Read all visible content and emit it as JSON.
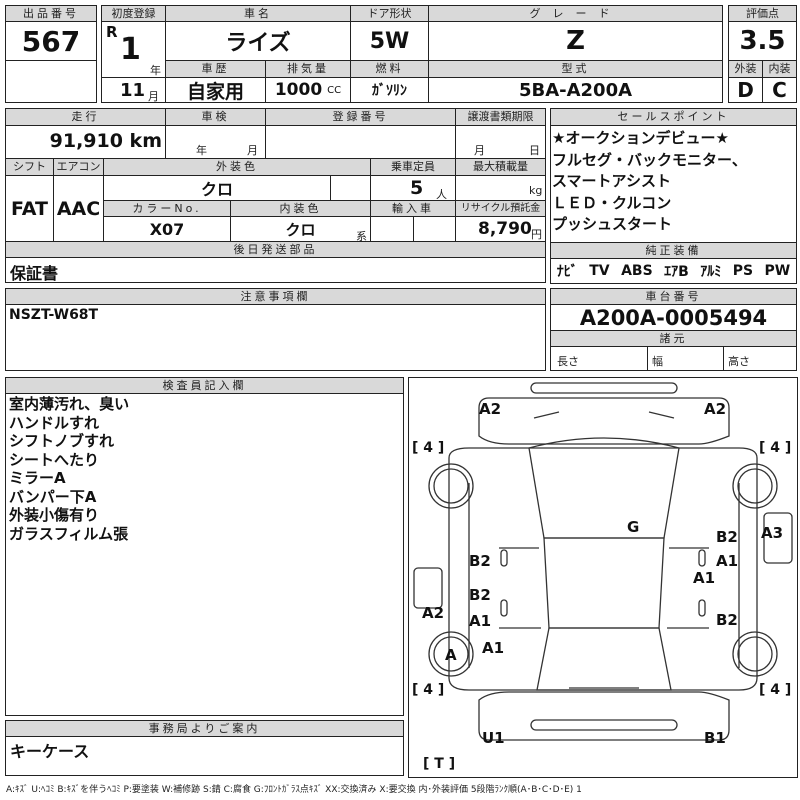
{
  "header": {
    "lot_label": "出品番号",
    "lot": "567",
    "first_reg_label": "初度登録",
    "era": "R",
    "year": "1",
    "year_unit": "年",
    "month": "11",
    "month_unit": "月",
    "name_label": "車名",
    "name": "ライズ",
    "door_label": "ドア形状",
    "door": "5W",
    "grade_label": "グレード",
    "grade": "Z",
    "score_label": "評価点",
    "score": "3.5",
    "history_label": "車歴",
    "history": "自家用",
    "displacement_label": "排気量",
    "displacement": "1000",
    "cc": "CC",
    "fuel_label": "燃料",
    "fuel": "ｶﾞｿﾘﾝ",
    "model_label": "型式",
    "model": "5BA-A200A",
    "ext_label": "外装",
    "ext": "D",
    "int_label": "内装",
    "int": "C"
  },
  "details": {
    "mileage_label": "走行",
    "mileage": "91,910 km",
    "inspection_label": "車検",
    "inspection_year": "年",
    "inspection_month": "月",
    "plate_label": "登録番号",
    "transfer_label": "譲渡書類期限",
    "transfer_month": "月",
    "transfer_day": "日",
    "shift_label": "シフト",
    "shift": "FAT",
    "ac_label": "エアコン",
    "ac": "AAC",
    "color_label": "外装色",
    "color": "クロ",
    "capacity_label": "乗車定員",
    "capacity": "5",
    "capacity_unit": "人",
    "load_label": "最大積載量",
    "load_unit": "kg",
    "color_no_label": "カラーNo.",
    "color_no": "X07",
    "interior_label": "内装色",
    "interior": "クロ",
    "interior_suffix": "系",
    "import_label": "輸入車",
    "recycle_label": "リサイクル預託金",
    "recycle": "8,790",
    "yen": "円",
    "later_parts_label": "後日発送部品",
    "later_parts": "保証書"
  },
  "sales": {
    "label": "セールスポイント",
    "lines": [
      "★オークションデビュー★",
      "フルセグ・バックモニター、",
      "スマートアシスト",
      "ＬＥＤ・クルコン",
      "プッシュスタート"
    ],
    "equip_label": "純正装備",
    "equipment": [
      "ﾅﾋﾞ",
      "TV",
      "ABS",
      "ｴｱB",
      "ｱﾙﾐ",
      "PS",
      "PW"
    ]
  },
  "notes": {
    "label": "注意事項欄",
    "text": "NSZT-W68T"
  },
  "chassis": {
    "label": "車台番号",
    "number": "A200A-0005494",
    "spec_label": "諸元",
    "length": "長さ",
    "width": "幅",
    "height": "高さ"
  },
  "inspector": {
    "label": "検査員記入欄",
    "lines": [
      "室内薄汚れ、臭い",
      "ハンドルすれ",
      "シフトノブすれ",
      "シートへたり",
      "ミラーA",
      "バンパー下A",
      "外装小傷有り",
      "ガラスフィルム張"
    ]
  },
  "office": {
    "label": "事務局よりご案内",
    "text": "キーケース"
  },
  "diagram": {
    "marks": [
      "A2",
      "A2",
      "[ 4 ]",
      "[ 4 ]",
      "G",
      "B2",
      "B2",
      "A1",
      "A3",
      "A1",
      "B2",
      "A1",
      "A1",
      "B2",
      "A2",
      "A",
      "[ 4 ]",
      "[ 4 ]",
      "U1",
      "B1",
      "[ T ]"
    ]
  },
  "legend": "A:ｷｽﾞ U:ﾍｺﾐ B:ｷｽﾞを伴うﾍｺﾐ P:要塗装 W:補修跡 S:錆 C:腐食 G:ﾌﾛﾝﾄｶﾞﾗｽ点ｷｽﾞ XX:交換済み X:要交換 内･外装評価 5段階ﾗﾝｸ順(A･B･C･D･E) 1"
}
